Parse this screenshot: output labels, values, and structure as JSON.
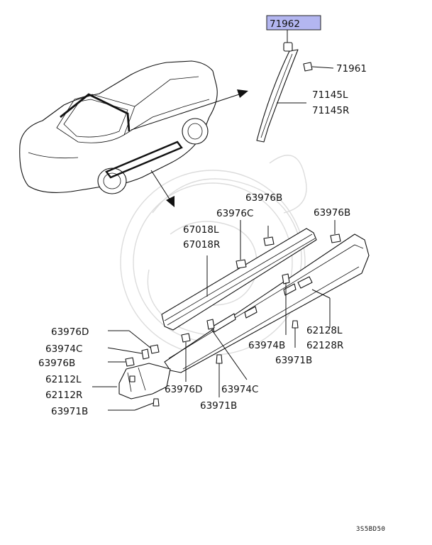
{
  "colors": {
    "highlight": "#b3b6f0",
    "line": "#111111",
    "watermark": "#dcdcdc"
  },
  "diagram_code": "3S5BD50",
  "parts": {
    "p71962": "71962",
    "p71961": "71961",
    "p71145L": "71145L",
    "p71145R": "71145R",
    "p63976B_a": "63976B",
    "p63976C": "63976C",
    "p67018L": "67018L",
    "p67018R": "67018R",
    "p63976B_b": "63976B",
    "p63976D": "63976D",
    "p63974C_a": "63974C",
    "p63976B_c": "63976B",
    "p62112L": "62112L",
    "p62112R": "62112R",
    "p63971B_a": "63971B",
    "p62128L": "62128L",
    "p62128R": "62128R",
    "p63974B": "63974B",
    "p63971B_b": "63971B",
    "p63976D_b": "63976D",
    "p63974C_b": "63974C",
    "p63971B_c": "63971B"
  }
}
